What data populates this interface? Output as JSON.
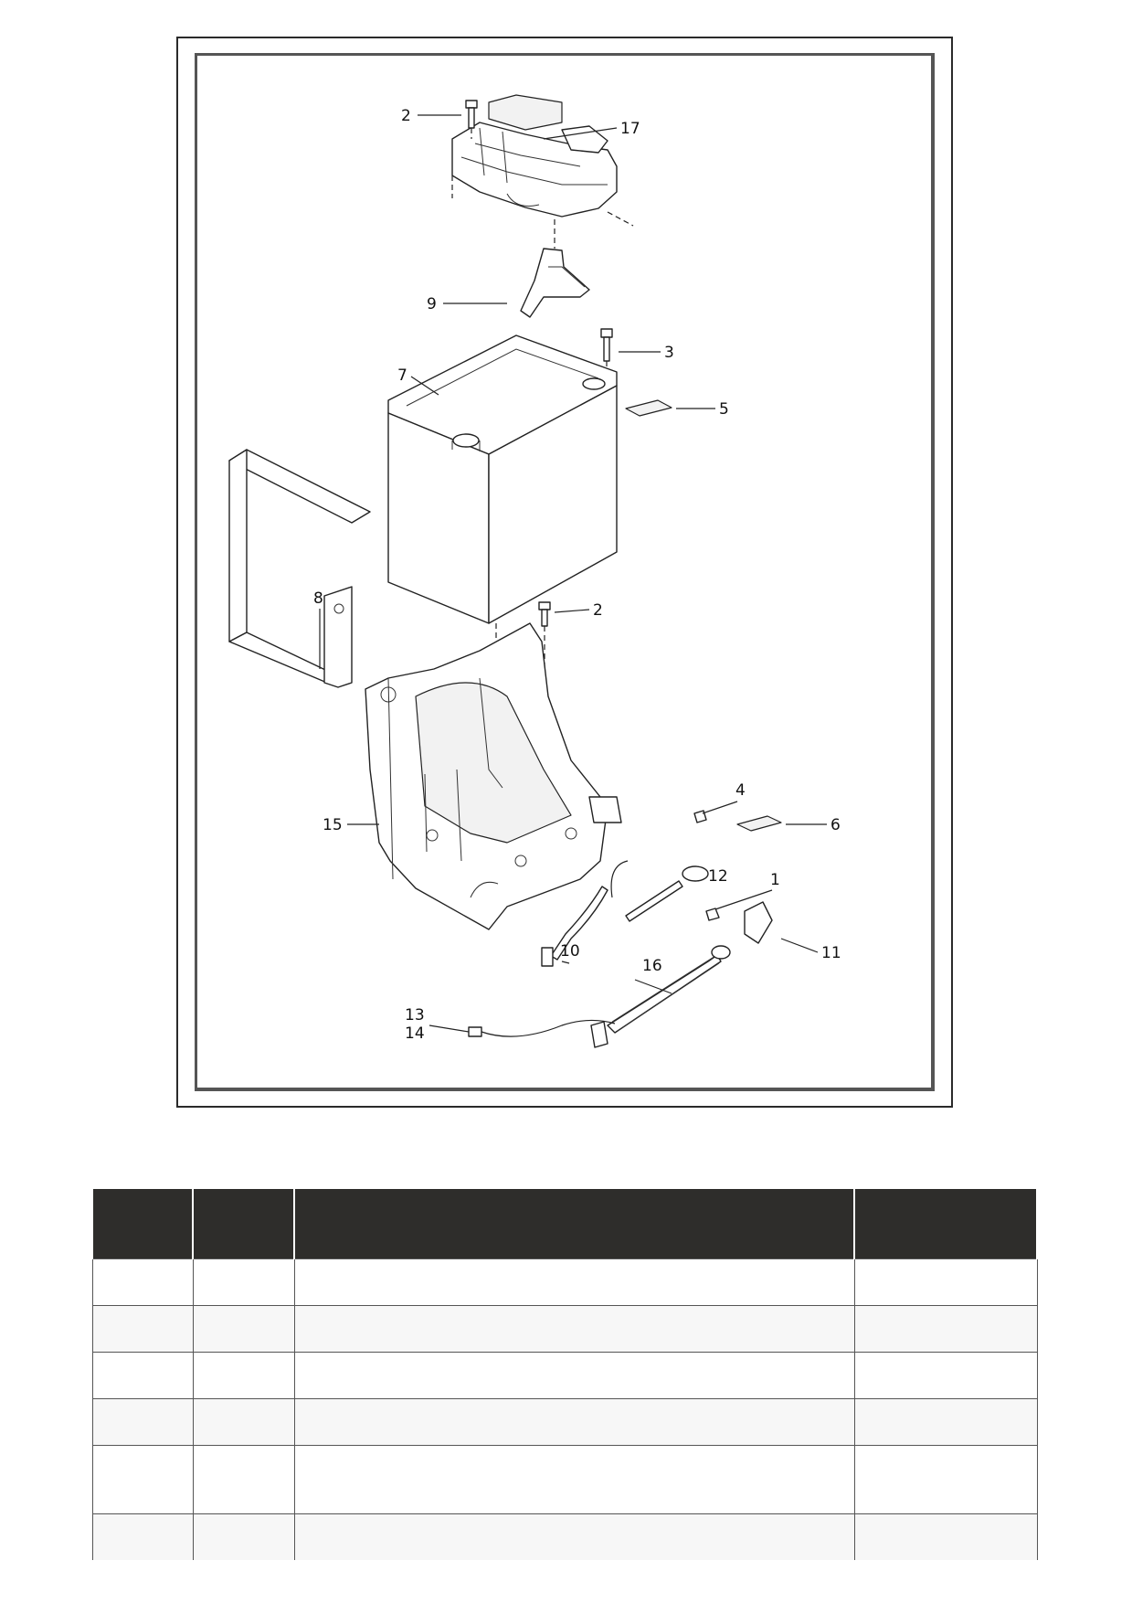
{
  "diagram": {
    "callouts": [
      {
        "id": "c2a",
        "text": "2"
      },
      {
        "id": "c17",
        "text": "17"
      },
      {
        "id": "c9",
        "text": "9"
      },
      {
        "id": "c3",
        "text": "3"
      },
      {
        "id": "c7",
        "text": "7"
      },
      {
        "id": "c5",
        "text": "5"
      },
      {
        "id": "c8",
        "text": "8"
      },
      {
        "id": "c2b",
        "text": "2"
      },
      {
        "id": "c4",
        "text": "4"
      },
      {
        "id": "c6",
        "text": "6"
      },
      {
        "id": "c15",
        "text": "15"
      },
      {
        "id": "c12",
        "text": "12"
      },
      {
        "id": "c1",
        "text": "1"
      },
      {
        "id": "c10",
        "text": "10"
      },
      {
        "id": "c11",
        "text": "11"
      },
      {
        "id": "c16",
        "text": "16"
      },
      {
        "id": "c13",
        "text": "13"
      },
      {
        "id": "c14",
        "text": "14"
      }
    ]
  },
  "table": {
    "headers": [
      "",
      "",
      "",
      ""
    ],
    "rows": [
      [
        "",
        "",
        "",
        ""
      ],
      [
        "",
        "",
        "",
        ""
      ],
      [
        "",
        "",
        "",
        ""
      ],
      [
        "",
        "",
        "",
        ""
      ],
      [
        "",
        "",
        "",
        ""
      ],
      [
        "",
        "",
        "",
        ""
      ]
    ]
  }
}
